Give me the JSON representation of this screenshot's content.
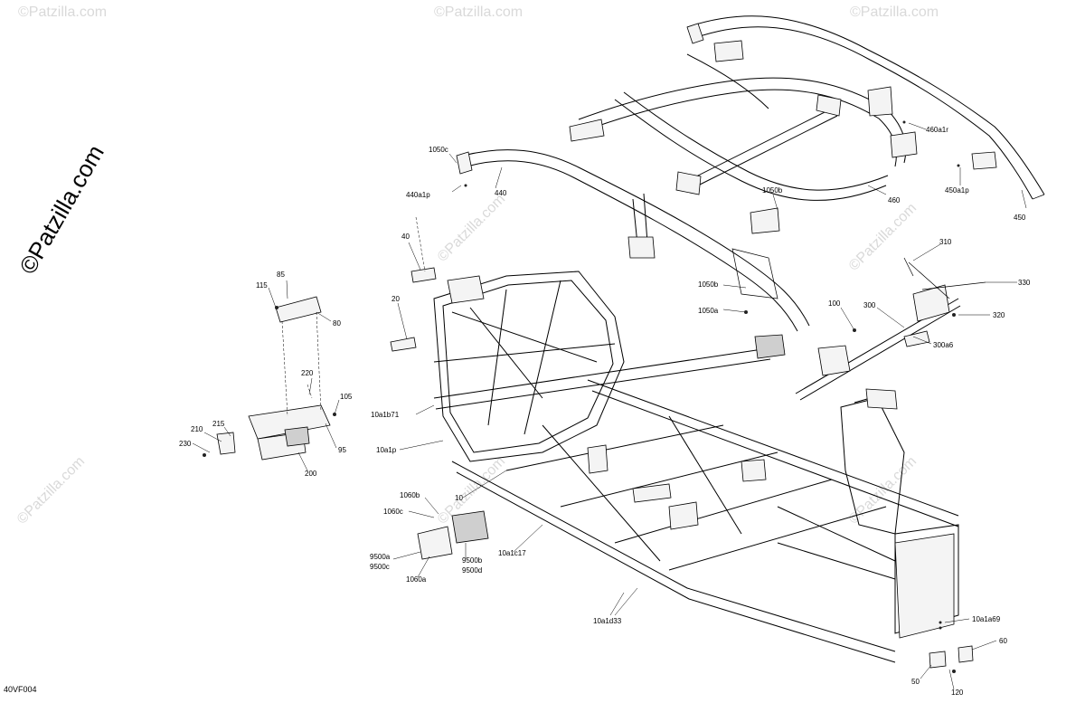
{
  "diagram": {
    "code": "40VF004",
    "watermark_text": "©Patzilla.com",
    "callouts": [
      {
        "id": "c-1050c",
        "text": "1050c"
      },
      {
        "id": "c-440a1p",
        "text": "440a1p"
      },
      {
        "id": "c-440",
        "text": "440"
      },
      {
        "id": "c-460a1r",
        "text": "460a1r"
      },
      {
        "id": "c-450a1p",
        "text": "450a1p"
      },
      {
        "id": "c-450",
        "text": "450"
      },
      {
        "id": "c-1050b-top",
        "text": "1050b"
      },
      {
        "id": "c-460",
        "text": "460"
      },
      {
        "id": "c-40",
        "text": "40"
      },
      {
        "id": "c-310",
        "text": "310"
      },
      {
        "id": "c-330",
        "text": "330"
      },
      {
        "id": "c-85",
        "text": "85"
      },
      {
        "id": "c-115",
        "text": "115"
      },
      {
        "id": "c-80",
        "text": "80"
      },
      {
        "id": "c-1050b",
        "text": "1050b"
      },
      {
        "id": "c-1050a",
        "text": "1050a"
      },
      {
        "id": "c-20",
        "text": "20"
      },
      {
        "id": "c-100",
        "text": "100"
      },
      {
        "id": "c-300",
        "text": "300"
      },
      {
        "id": "c-320",
        "text": "320"
      },
      {
        "id": "c-300a6",
        "text": "300a6"
      },
      {
        "id": "c-220",
        "text": "220"
      },
      {
        "id": "c-105",
        "text": "105"
      },
      {
        "id": "c-10a1b71",
        "text": "10a1b71"
      },
      {
        "id": "c-210",
        "text": "210"
      },
      {
        "id": "c-215",
        "text": "215"
      },
      {
        "id": "c-230",
        "text": "230"
      },
      {
        "id": "c-95",
        "text": "95"
      },
      {
        "id": "c-10a1p",
        "text": "10a1p"
      },
      {
        "id": "c-200",
        "text": "200"
      },
      {
        "id": "c-1060b",
        "text": "1060b"
      },
      {
        "id": "c-10",
        "text": "10"
      },
      {
        "id": "c-1060c",
        "text": "1060c"
      },
      {
        "id": "c-10a1c17",
        "text": "10a1c17"
      },
      {
        "id": "c-9500a",
        "text": "9500a"
      },
      {
        "id": "c-9500c",
        "text": "9500c"
      },
      {
        "id": "c-9500b",
        "text": "9500b"
      },
      {
        "id": "c-9500d",
        "text": "9500d"
      },
      {
        "id": "c-1060a",
        "text": "1060a"
      },
      {
        "id": "c-10a1d33",
        "text": "10a1d33"
      },
      {
        "id": "c-10a1a69",
        "text": "10a1a69"
      },
      {
        "id": "c-60",
        "text": "60"
      },
      {
        "id": "c-50",
        "text": "50"
      },
      {
        "id": "c-120",
        "text": "120"
      }
    ]
  }
}
